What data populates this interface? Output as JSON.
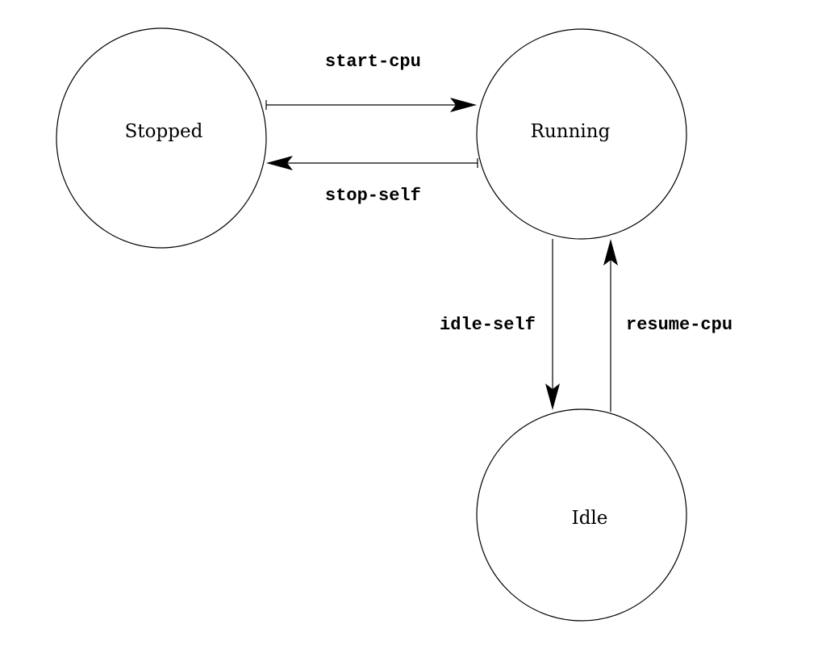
{
  "states": {
    "stopped": "Stopped",
    "running": "Running",
    "idle": "Idle"
  },
  "transitions": {
    "start_cpu": "start-cpu",
    "stop_self": "stop-self",
    "idle_self": "idle-self",
    "resume_cpu": "resume-cpu"
  }
}
